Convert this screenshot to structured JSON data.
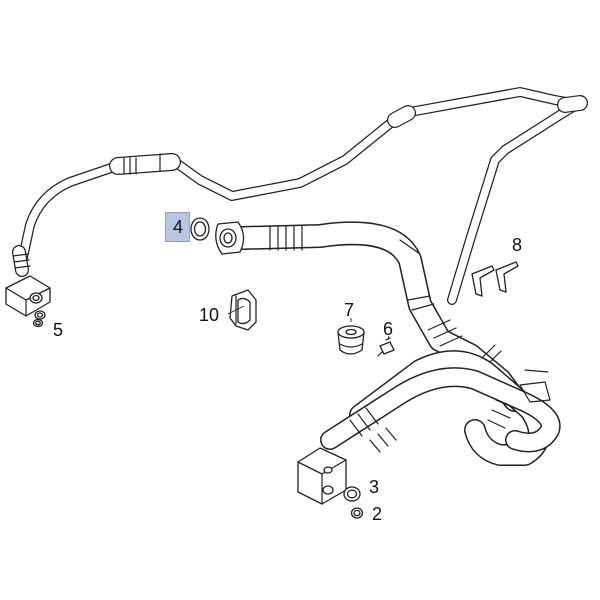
{
  "diagram": {
    "colors": {
      "stroke": "#222222",
      "fill": "#ffffff",
      "highlight": "#b7c6e3"
    },
    "callouts": {
      "c2": "2",
      "c3": "3",
      "c4": "4",
      "c5": "5",
      "c6": "6",
      "c7": "7",
      "c8": "8",
      "c10": "10"
    },
    "highlighted_part": "4"
  }
}
